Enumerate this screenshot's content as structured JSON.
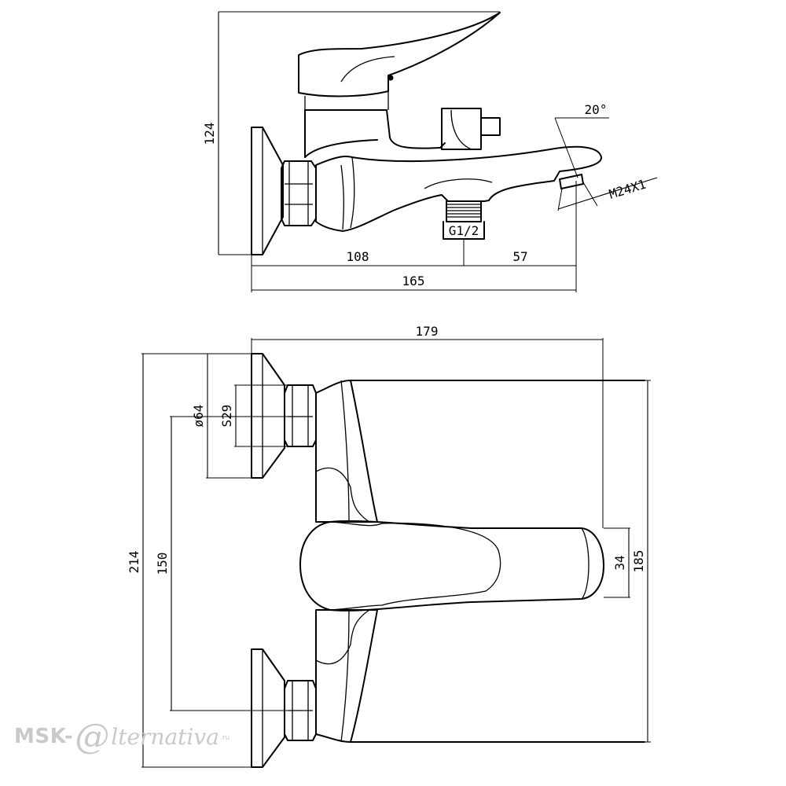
{
  "dimensions": {
    "height_total": "124",
    "length_inlet": "108",
    "length_spout": "57",
    "length_total": "165",
    "thread_inlet": "G1/2",
    "thread_outlet": "M24X1",
    "aerator_angle": "20°",
    "depth_total": "179",
    "width_total": "214",
    "center_distance": "150",
    "flange_diameter": "ø64",
    "nut_size": "S29",
    "handle_width": "34",
    "spout_length": "185"
  },
  "watermark": {
    "left": "MSK-",
    "at": "@",
    "right": "lternativa",
    "tld": ".ru"
  },
  "colors": {
    "line": "#000000",
    "background": "#ffffff",
    "watermark": "#c9c9c9"
  }
}
